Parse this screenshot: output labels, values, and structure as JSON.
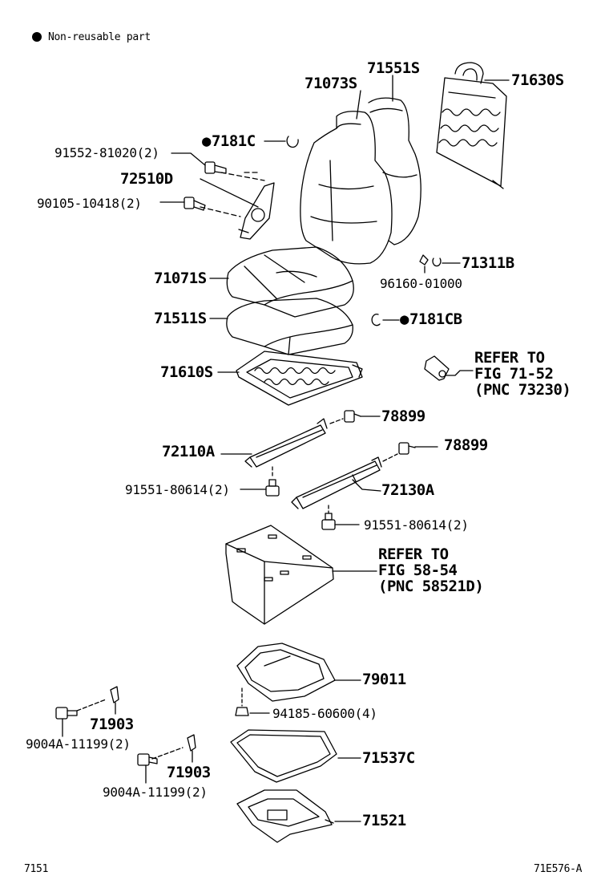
{
  "legend": {
    "text": "Non-reusable part"
  },
  "parts": {
    "p71073S": "71073S",
    "p71551S": "71551S",
    "p71630S": "71630S",
    "p7181C": "7181C",
    "p91552": "91552-81020(2)",
    "p72510D": "72510D",
    "p90105": "90105-10418(2)",
    "p71311B": "71311B",
    "p96160": "96160-01000",
    "p71071S": "71071S",
    "p71511S": "71511S",
    "p7181CB": "7181CB",
    "p71610S": "71610S",
    "p78899a": "78899",
    "p72110A": "72110A",
    "p78899b": "78899",
    "p91551a": "91551-80614(2)",
    "p72130A": "72130A",
    "p91551b": "91551-80614(2)",
    "p79011": "79011",
    "p94185": "94185-60600(4)",
    "p71903a": "71903",
    "p9004Aa": "9004A-11199(2)",
    "p71903b": "71903",
    "p9004Ab": "9004A-11199(2)",
    "p71537C": "71537C",
    "p71521": "71521"
  },
  "refer1": {
    "line1": "REFER TO",
    "line2": "FIG 71-52",
    "line3": "(PNC 73230)"
  },
  "refer2": {
    "line1": "REFER TO",
    "line2": "FIG 58-54",
    "line3": "(PNC 58521D)"
  },
  "footer": {
    "left": "7151",
    "right": "71E576-A"
  }
}
